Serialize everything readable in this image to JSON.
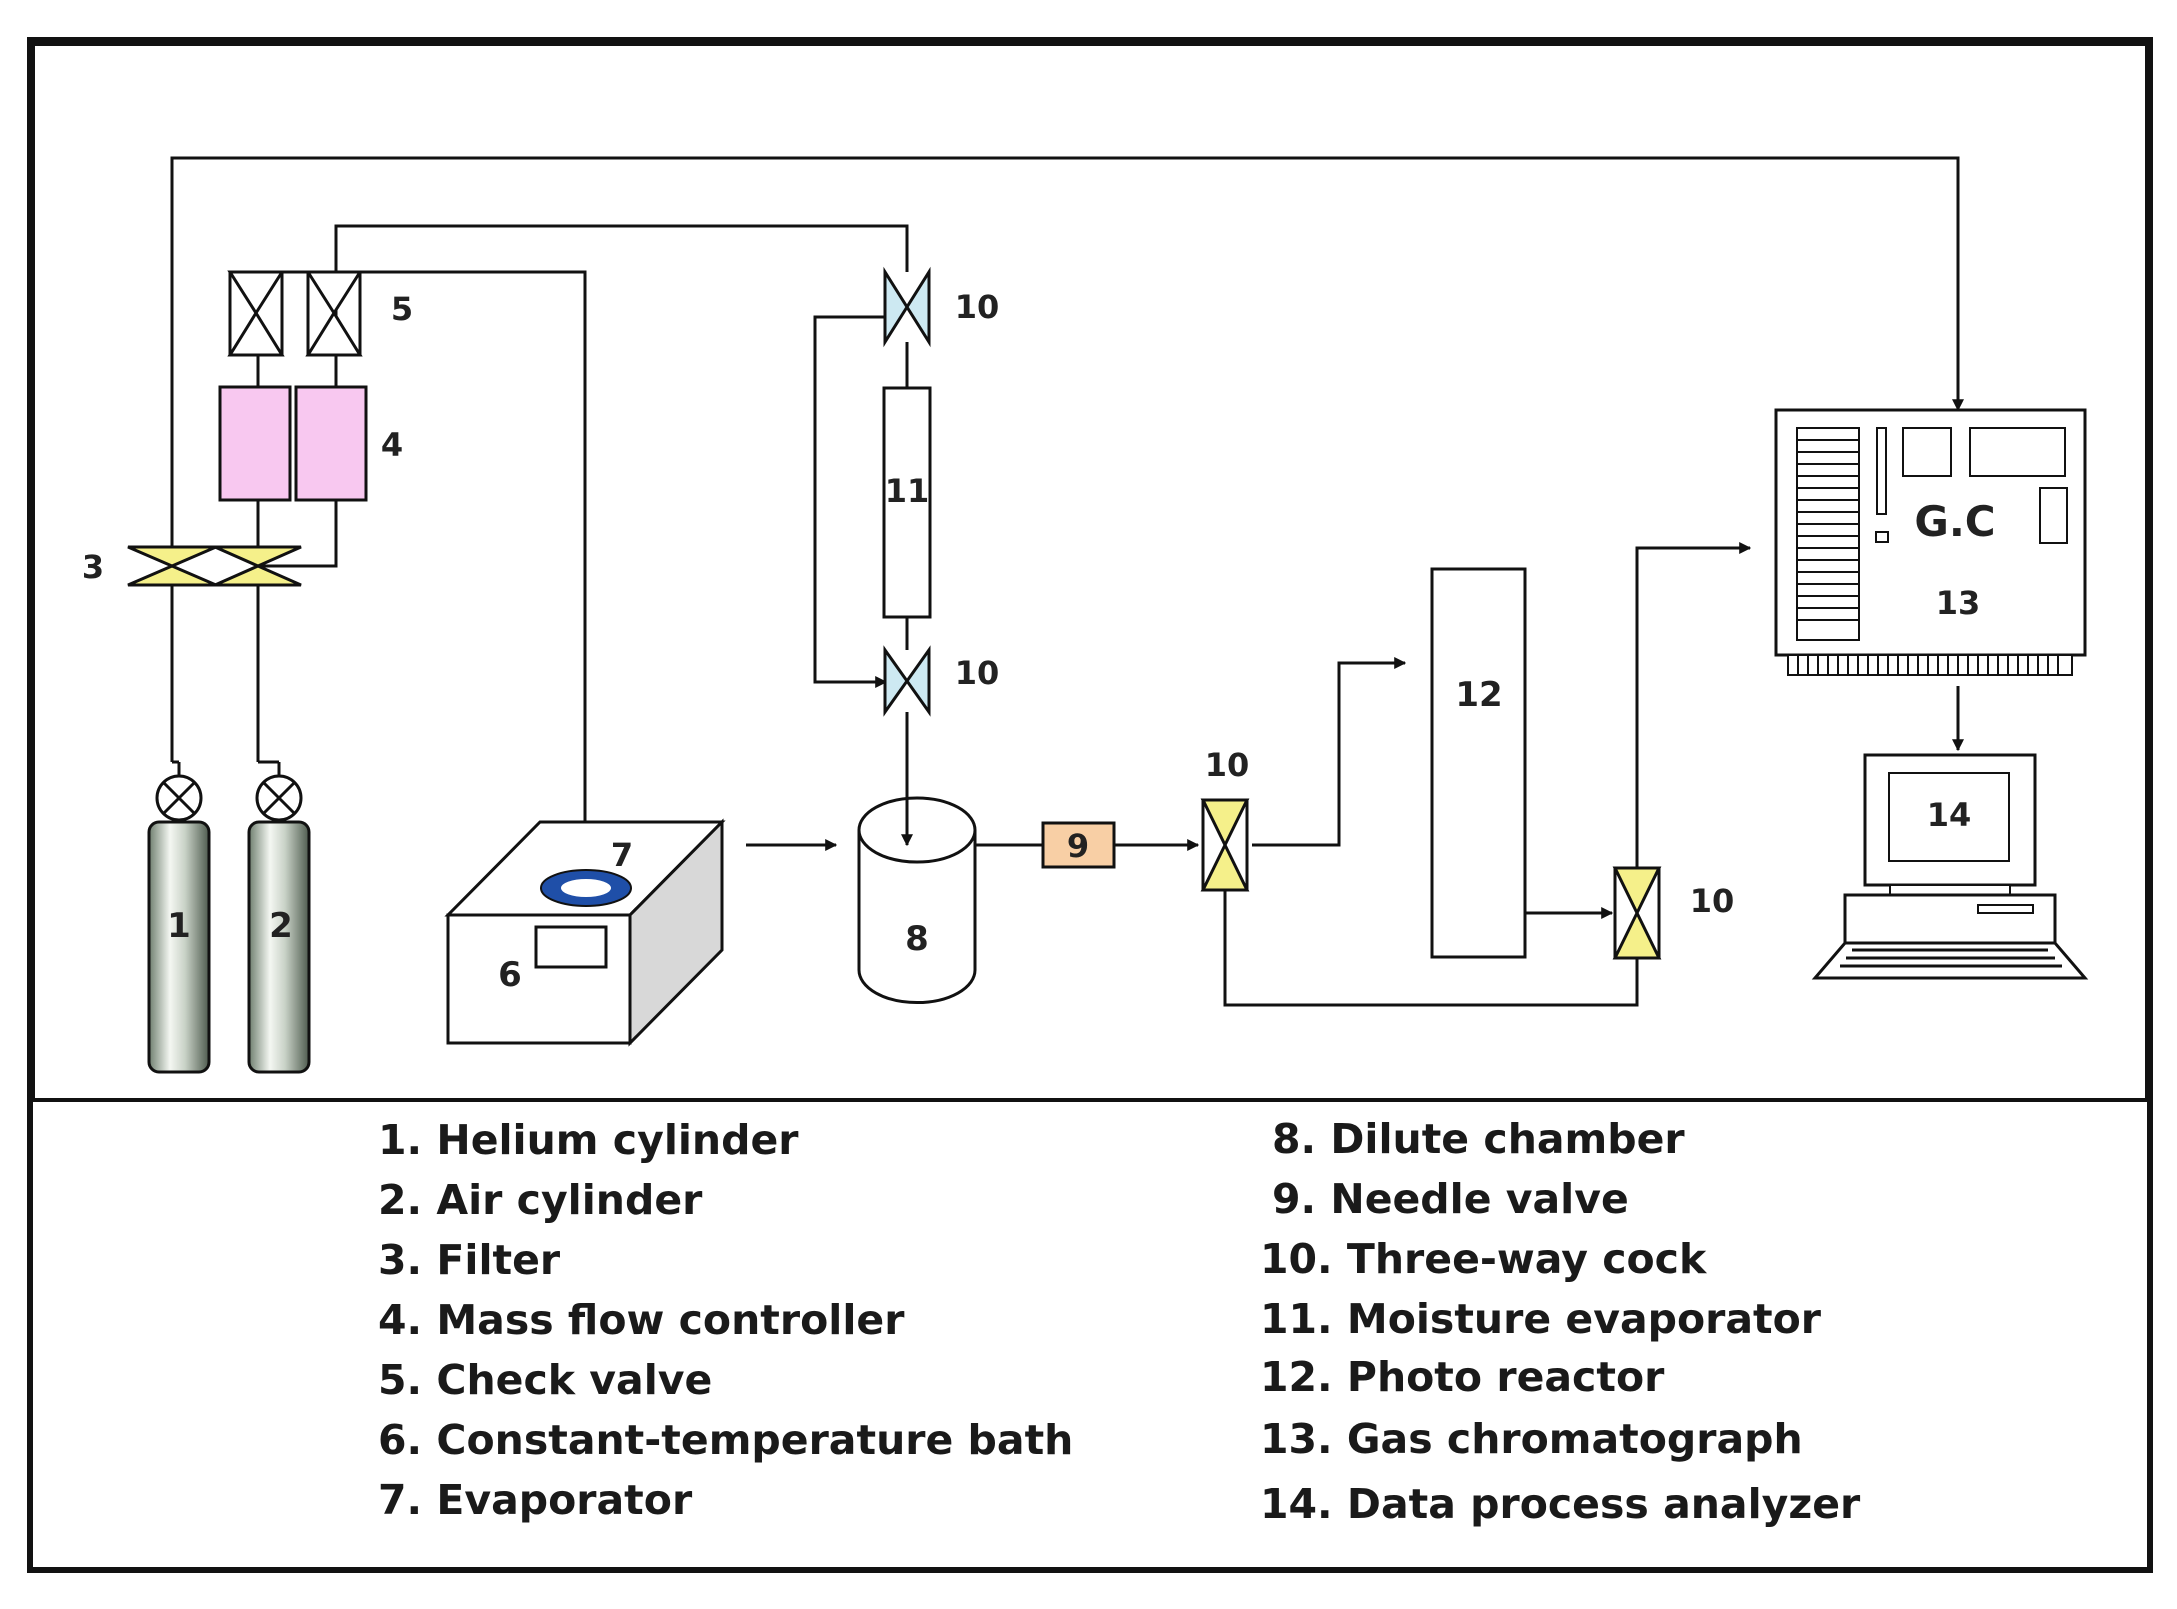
{
  "diagram": {
    "gc_text": "G.C",
    "labels": {
      "helium_cylinder": "1",
      "air_cylinder": "2",
      "filter": "3",
      "mass_flow_controller": "4",
      "check_valve": "5",
      "constant_temperature_bath": "6",
      "evaporator": "7",
      "dilute_chamber": "8",
      "needle_valve": "9",
      "three_way_cock_upper": "10",
      "three_way_cock_lower": "10",
      "three_way_cock_left": "10",
      "three_way_cock_right": "10",
      "moisture_evaporator": "11",
      "photo_reactor": "12",
      "gas_chromatograph": "13",
      "data_process_analyzer": "14"
    },
    "colors": {
      "filter": "#f5f08a",
      "mass_flow_controller": "#f8c8f0",
      "three_way_cock_upper": "#cde9f2",
      "three_way_cock_lower": "#cde9f2",
      "three_way_cock_side": "#f5f08a",
      "needle_valve": "#f8cfa5",
      "evaporator_ring": "#1f4fa8"
    }
  },
  "legend": {
    "left": [
      "1. Helium cylinder",
      "2. Air cylinder",
      "3. Filter",
      "4. Mass flow controller",
      "5. Check valve",
      "6. Constant-temperature bath",
      "7. Evaporator"
    ],
    "right": [
      "8. Dilute chamber",
      "9. Needle valve",
      "10. Three-way cock",
      "11. Moisture evaporator",
      "12. Photo reactor",
      "13. Gas chromatograph",
      "14. Data process analyzer"
    ]
  }
}
